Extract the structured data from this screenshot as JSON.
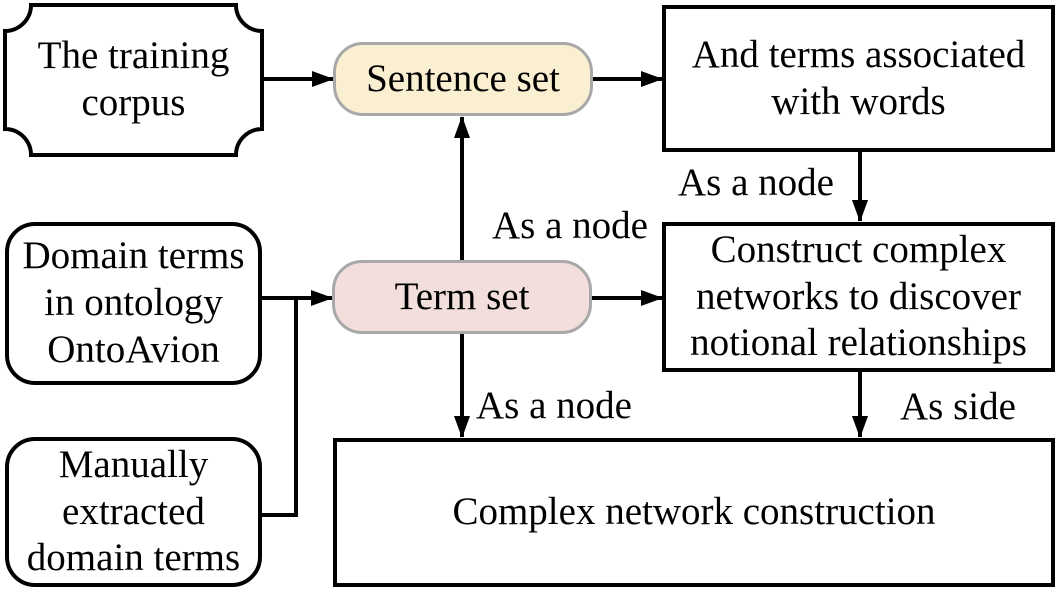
{
  "diagram_title": "complex-network-construction-flowchart",
  "colors": {
    "sentence_set_fill": "#FBEFD1",
    "term_set_fill": "#F2DEDB",
    "pill_border": "#A8A8A8",
    "line_color": "#000000",
    "background": "#FFFFFF"
  },
  "nodes": {
    "training_corpus": {
      "label": "The training\ncorpus",
      "shape": "notched-rectangle"
    },
    "sentence_set": {
      "label": "Sentence set",
      "shape": "rounded-pill"
    },
    "and_terms": {
      "label": "And terms associated\nwith words",
      "shape": "rectangle"
    },
    "construct_networks": {
      "label": "Construct complex\nnetworks to discover\nnotional relationships",
      "shape": "rectangle"
    },
    "domain_terms": {
      "label": "Domain terms\nin ontology\nOntoAvion",
      "shape": "rounded-rectangle"
    },
    "manual_terms": {
      "label": "Manually\nextracted\ndomain terms",
      "shape": "rounded-rectangle"
    },
    "term_set": {
      "label": "Term set",
      "shape": "rounded-pill"
    },
    "complex_network": {
      "label": "Complex network construction",
      "shape": "rectangle"
    }
  },
  "edge_labels": {
    "as_node_top": "As a node",
    "as_node_mid": "As a node",
    "as_node_bottom": "As a node",
    "as_side": "As side"
  }
}
